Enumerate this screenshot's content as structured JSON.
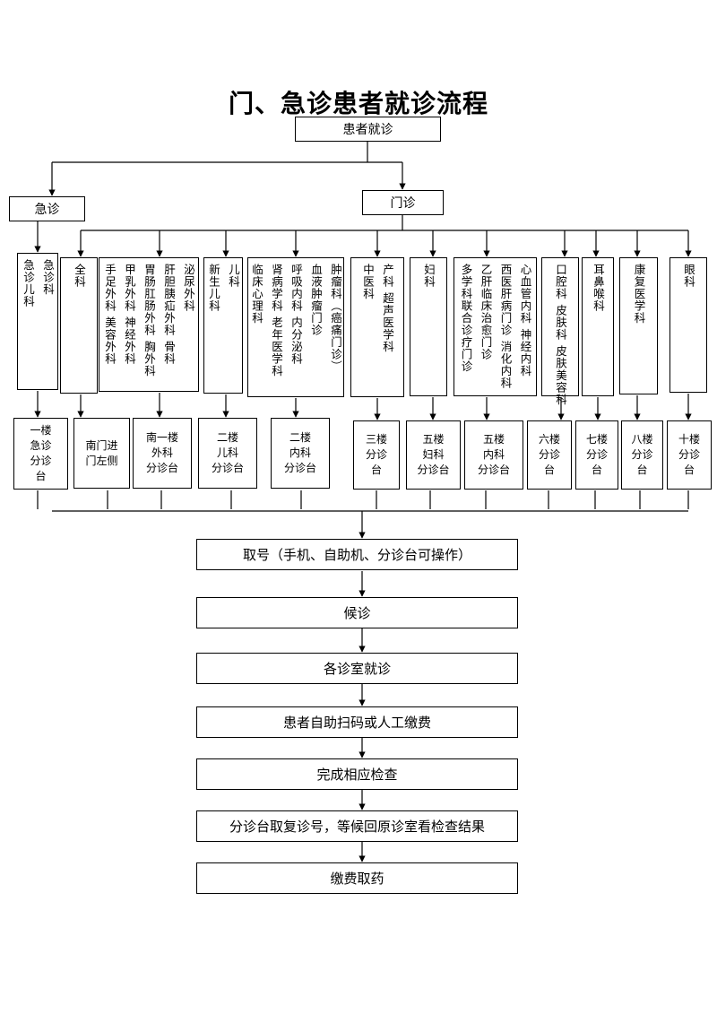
{
  "title": "门、急诊患者就诊流程",
  "root": "患者就诊",
  "emergency": "急诊",
  "outpatient": "门诊",
  "departments": [
    {
      "id": "emergency",
      "cols": [
        "急诊科",
        "急诊儿科"
      ]
    },
    {
      "id": "general",
      "cols": [
        "全科"
      ]
    },
    {
      "id": "surgery",
      "cols": [
        "泌尿外科",
        "肝胆胰疝外科 骨科",
        "胃肠肛肠外科 胸外科",
        "甲乳外科 神经外科",
        "手足外科 美容外科"
      ]
    },
    {
      "id": "pediatrics",
      "cols": [
        "儿科",
        "新生儿科"
      ]
    },
    {
      "id": "internal",
      "cols": [
        "肿瘤科（癌痛门诊）",
        "血液肿瘤门诊",
        "呼吸内科 内分泌科",
        "肾病学科 老年医学科",
        "临床心理科"
      ]
    },
    {
      "id": "obstetrics",
      "cols": [
        "产科 超声医学科",
        "中医科"
      ]
    },
    {
      "id": "gynecology",
      "cols": [
        "妇科"
      ]
    },
    {
      "id": "internal5",
      "cols": [
        "心血管内科 神经内科",
        "西医肝病门诊 消化内科",
        "乙肝临床治愈门诊",
        "多学科联合诊疗门诊"
      ]
    },
    {
      "id": "stomatology",
      "cols": [
        "口腔科 皮肤科 皮肤美容科"
      ]
    },
    {
      "id": "ent",
      "cols": [
        "耳鼻喉科"
      ]
    },
    {
      "id": "rehab",
      "cols": [
        "康复医学科"
      ]
    },
    {
      "id": "ophthalmology",
      "cols": [
        "眼科"
      ]
    }
  ],
  "triage": [
    [
      "一楼",
      "急诊",
      "分诊",
      "台"
    ],
    [
      "南门进",
      "门左侧"
    ],
    [
      "南一楼",
      "外科",
      "分诊台"
    ],
    [
      "二楼",
      "儿科",
      "分诊台"
    ],
    [
      "二楼",
      "内科",
      "分诊台"
    ],
    [
      "三楼",
      "分诊",
      "台"
    ],
    [
      "五楼",
      "妇科",
      "分诊台"
    ],
    [
      "五楼",
      "内科",
      "分诊台"
    ],
    [
      "六楼",
      "分诊",
      "台"
    ],
    [
      "七楼",
      "分诊",
      "台"
    ],
    [
      "八楼",
      "分诊",
      "台"
    ],
    [
      "十楼",
      "分诊",
      "台"
    ]
  ],
  "steps": [
    "取号（手机、自助机、分诊台可操作）",
    "候诊",
    "各诊室就诊",
    "患者自助扫码或人工缴费",
    "完成相应检查",
    "分诊台取复诊号，等候回原诊室看检查结果",
    "缴费取药"
  ]
}
